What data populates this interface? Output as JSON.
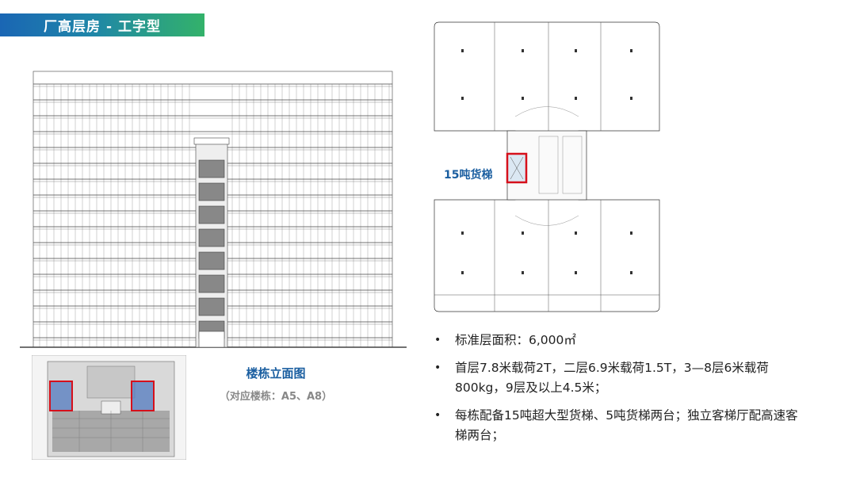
{
  "header": {
    "title": "厂高层房 - 工字型"
  },
  "elevation": {
    "caption": "楼栋立面图",
    "subcaption": "（对应楼栋：A5、A8）"
  },
  "floor_plan": {
    "elevator_label": "15吨货梯"
  },
  "specs": {
    "items": [
      {
        "text": "标准层面积：6,000㎡"
      },
      {
        "text": "首层7.8米载荷2T，二层6.9米载荷1.5T，3—8层6米载荷800kg，9层及以上4.5米；"
      },
      {
        "text": "每栋配备15吨超大型货梯、5吨货梯两台；独立客梯厅配高速客梯两台；"
      }
    ]
  },
  "colors": {
    "accent_blue": "#1a5ea0",
    "highlight_red": "#d6101b"
  }
}
